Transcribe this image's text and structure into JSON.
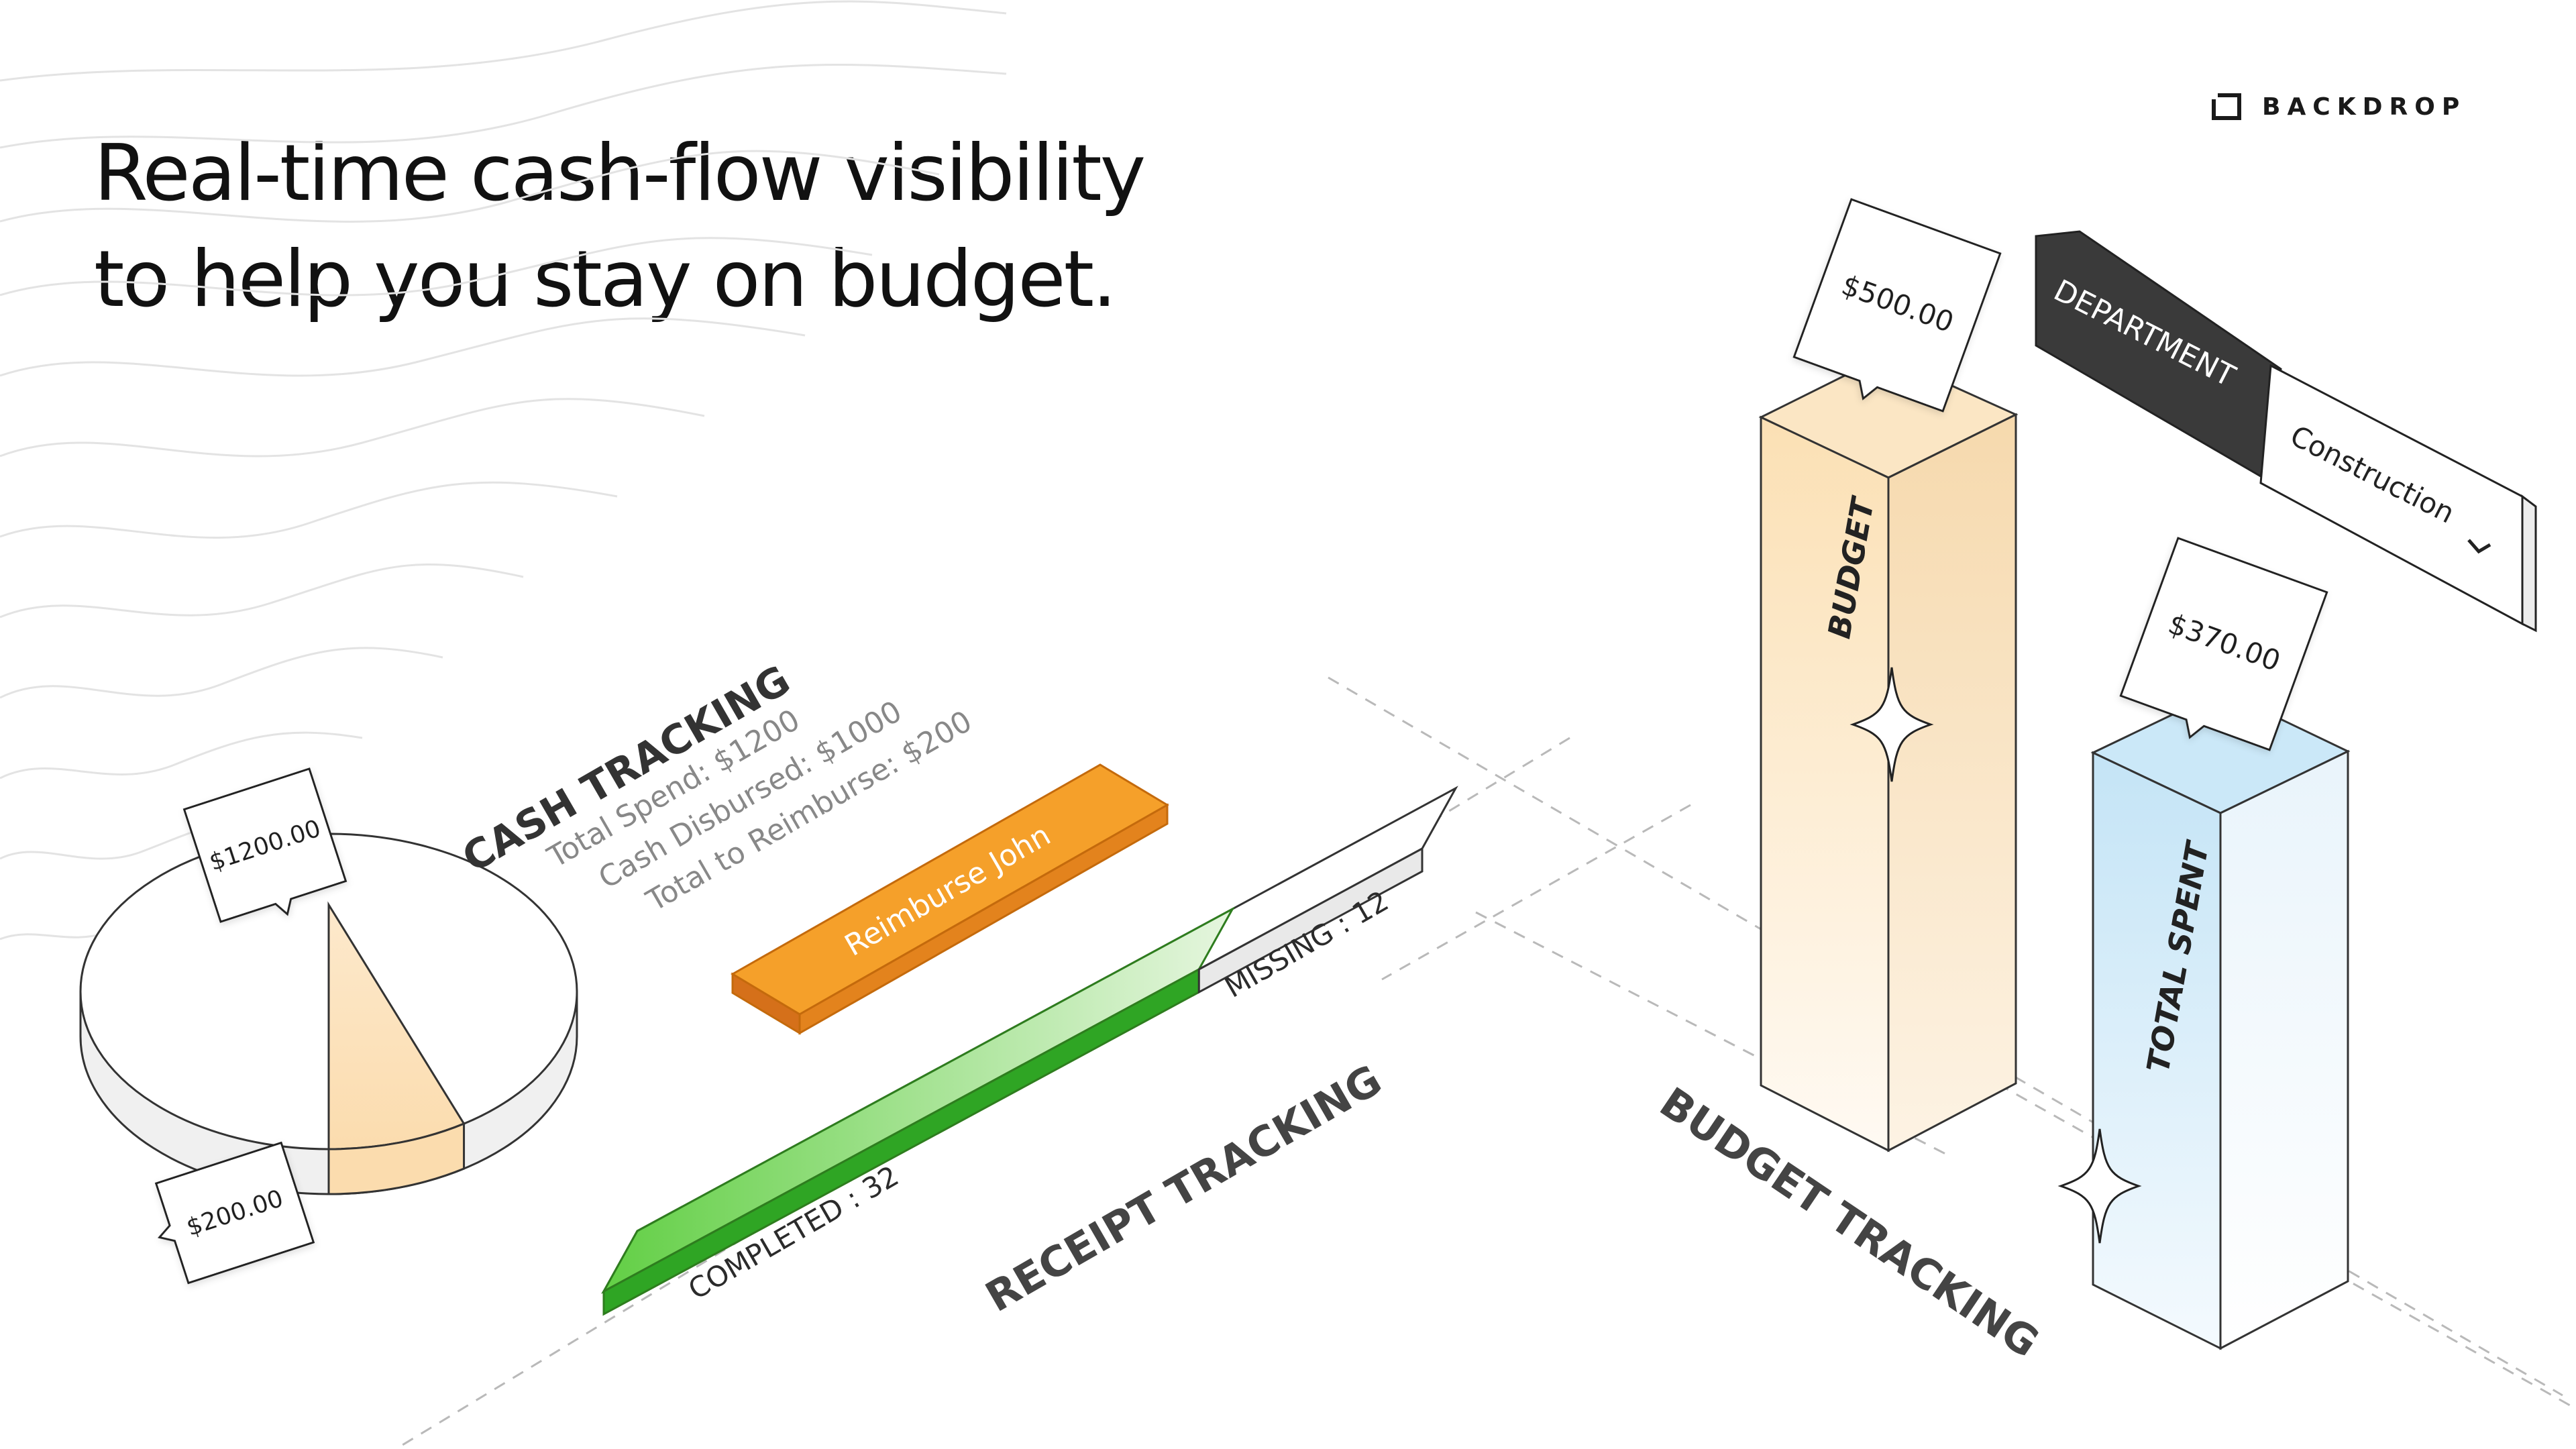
{
  "headline": {
    "line1": "Real-time cash-flow visibility",
    "line2": "to help you stay on budget."
  },
  "brand": {
    "name": "BACKDROP",
    "icon": "backdrop-logo-icon"
  },
  "cash_tracking": {
    "title": "CASH TRACKING",
    "total_spend": "Total Spend: $1200",
    "cash_disbursed": "Cash Disbursed: $1000",
    "total_to_reimburse": "Total to Reimburse: $200",
    "reimburse_button": "Reimburse John",
    "pie_total_tag": "$1200.00",
    "pie_slice_tag": "$200.00",
    "slice_fraction": 0.1667
  },
  "receipt_tracking": {
    "title": "RECEIPT TRACKING",
    "completed_label": "COMPLETED : 32",
    "missing_label": "MISSING : 12",
    "completed_count": 32,
    "missing_count": 12
  },
  "budget_tracking": {
    "title": "BUDGET TRACKING",
    "budget_label": "BUDGET",
    "budget_tag": "$500.00",
    "spent_label": "TOTAL SPENT",
    "spent_tag": "$370.00",
    "department_label": "DEPARTMENT",
    "department_value": "Construction"
  },
  "colors": {
    "accent_orange": "#f5a02a",
    "green": "#4cc13a",
    "budget_fill": "#fbe3bd",
    "spent_fill": "#c9e6f7",
    "dark_tab": "#3a3a3a"
  },
  "icons": [
    "sparkle-icon",
    "chevron-down-icon"
  ]
}
